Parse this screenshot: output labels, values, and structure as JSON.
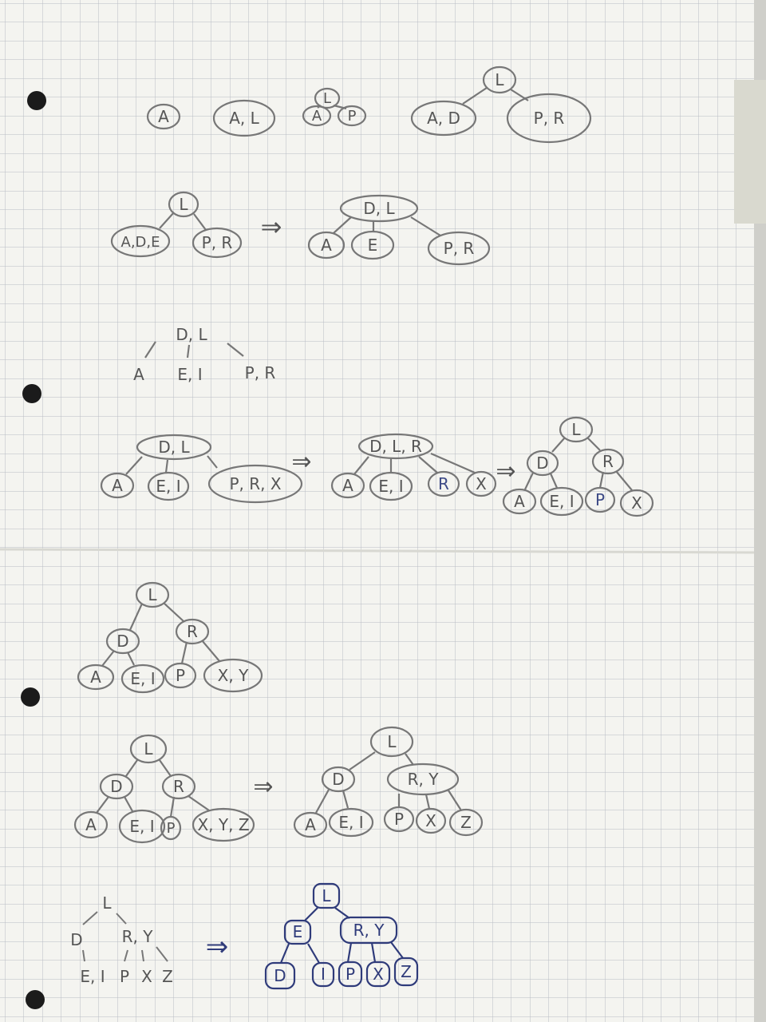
{
  "paper": {
    "background": "#f4f4f0",
    "grid_color": "#b9bcc4",
    "pencil_color": "#777777",
    "pen_color": "#3d4a86"
  },
  "step1": {
    "n_a": "A",
    "n_al": "A, L",
    "n_l": "L",
    "n_a2": "A",
    "n_p": "P",
    "n_l2": "L",
    "n_ad": "A, D",
    "n_pr": "P, R"
  },
  "step2": {
    "n_l": "L",
    "n_ade": "A,D,E",
    "n_pr": "P, R",
    "arrow": "⇒",
    "n_dl": "D, L",
    "n_a": "A",
    "n_e": "E",
    "n_pr2": "P, R"
  },
  "step3": {
    "n_dl": "D, L",
    "n_a": "A",
    "n_ei": "E, I",
    "n_pr": "P, R"
  },
  "step4": {
    "n_dl": "D, L",
    "n_a": "A",
    "n_ei": "E, I",
    "n_prx": "P, R, X",
    "arrow1": "⇒",
    "n_dlr": "D, L, R",
    "n_a2": "A",
    "n_ei2": "E, I",
    "n_r": "R",
    "n_x": "X",
    "arrow2": "⇒",
    "n_l": "L",
    "n_d": "D",
    "n_r2": "R",
    "n_a3": "A",
    "n_ei3": "E, I",
    "n_p": "P",
    "n_x2": "X"
  },
  "step5": {
    "n_l": "L",
    "n_d": "D",
    "n_r": "R",
    "n_a": "A",
    "n_ei": "E, I",
    "n_p": "P",
    "n_xy": "X, Y"
  },
  "step6": {
    "n_l": "L",
    "n_d": "D",
    "n_r": "R",
    "n_a": "A",
    "n_ei": "E, I",
    "n_p": "P",
    "n_xyz": "X, Y, Z",
    "arrow": "⇒",
    "n_l2": "L",
    "n_d2": "D",
    "n_ry": "R, Y",
    "n_a2": "A",
    "n_ei2": "E, I",
    "n_p2": "P",
    "n_x": "X",
    "n_z": "Z"
  },
  "step7": {
    "n_l": "L",
    "n_d": "D",
    "n_ry": "R, Y",
    "n_ei": "E, I",
    "n_p": "P",
    "n_x": "X",
    "n_z": "Z",
    "arrow": "⇒",
    "n_l2": "L",
    "n_e": "E",
    "n_ry2": "R, Y",
    "n_d2": "D",
    "n_i": "I",
    "n_p2": "P",
    "n_x2": "X",
    "n_z2": "Z"
  }
}
